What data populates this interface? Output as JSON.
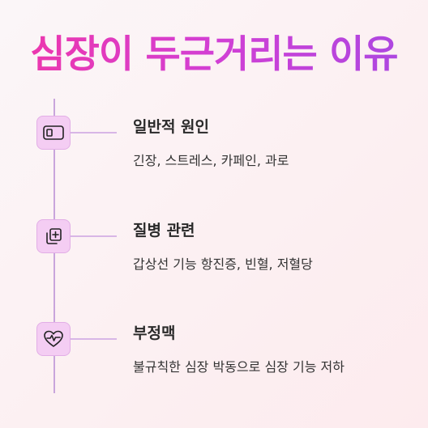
{
  "title": "심장이 두근거리는 이유",
  "items": [
    {
      "icon": "card-icon",
      "title": "일반적 원인",
      "description": "긴장, 스트레스, 카페인, 과로"
    },
    {
      "icon": "medical-plus-icon",
      "title": "질병 관련",
      "description": "갑상선 기능 항진증, 빈혈, 저혈당"
    },
    {
      "icon": "heartbeat-icon",
      "title": "부정맥",
      "description": "불규칙한 심장 박동으로 심장 기능 저하"
    }
  ],
  "colors": {
    "title_gradient_start": "#f036a8",
    "title_gradient_end": "#a848e2",
    "icon_background": "#f4cdf3",
    "timeline": "#c9a5dc"
  }
}
